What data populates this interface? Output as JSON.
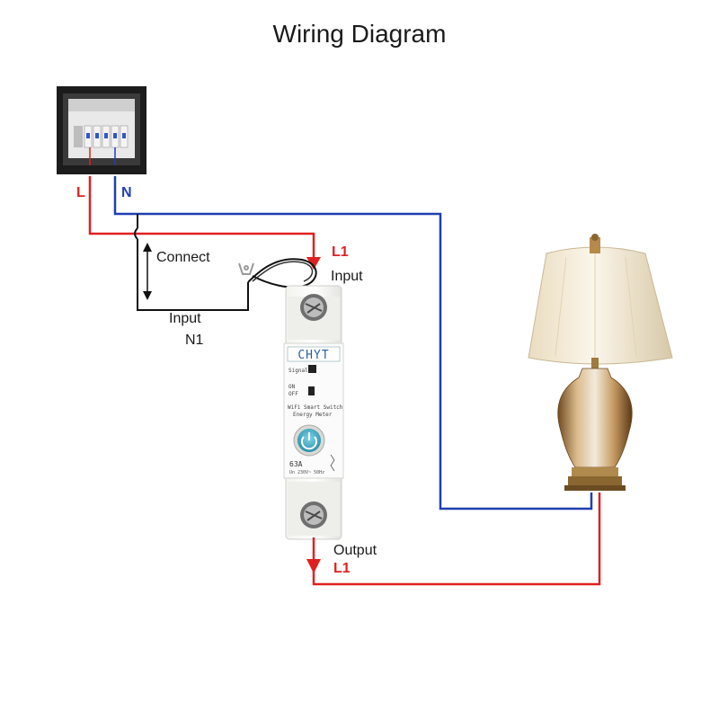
{
  "title": "Wiring Diagram",
  "labels": {
    "live": "L",
    "neutral": "N",
    "l1_in": "L1",
    "input_top": "Input",
    "connect": "Connect",
    "input_n": "Input",
    "n1": "N1",
    "output": "Output",
    "l1_out": "L1"
  },
  "device": {
    "brand": "CHYT",
    "signal": "Signal",
    "on": "ON",
    "off": "OFF",
    "line1": "WiFi Smart Switch",
    "line2": "Energy Meter",
    "rating": "63A",
    "spec": "Un 230V~ 50Hz"
  },
  "colors": {
    "live": "#e02020",
    "neutral": "#1f3fb0",
    "jumper": "#111111"
  }
}
